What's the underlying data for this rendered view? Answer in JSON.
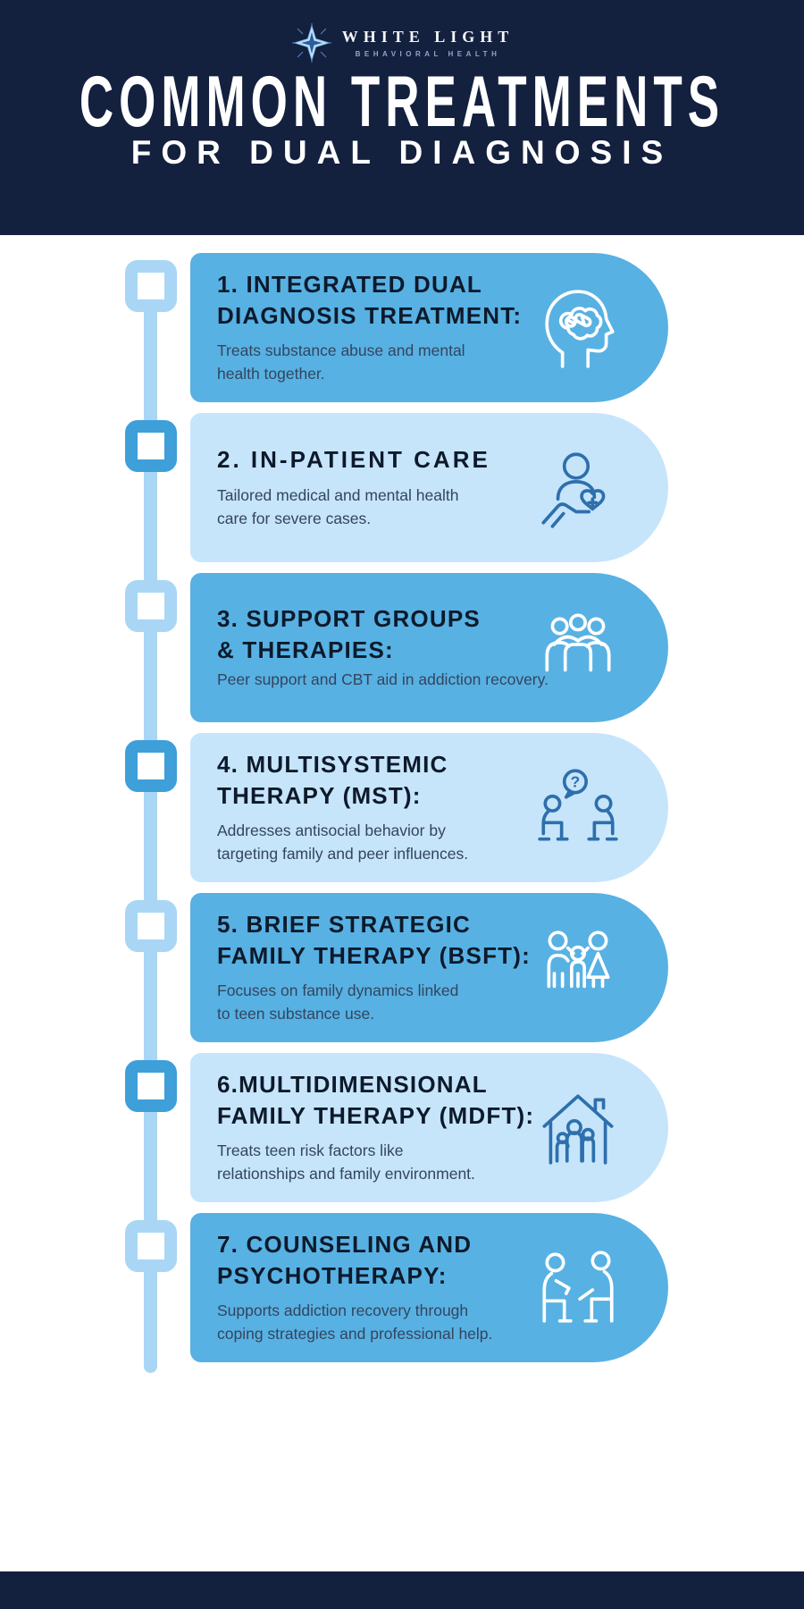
{
  "colors": {
    "navy": "#13203E",
    "card_blue": "#58B1E3",
    "card_light_blue": "#C6E5FA",
    "marker_blue": "#3E9FD9",
    "marker_light_blue": "#A9D6F5",
    "icon_stroke_on_light": "#2E6FAD",
    "icon_stroke_on_blue": "#FFFFFF",
    "heading_text": "#0D1A2B",
    "body_text": "#33455E"
  },
  "logo": {
    "icon": "starburst-icon",
    "name": "WHITE LIGHT",
    "tagline": "BEHAVIORAL HEALTH"
  },
  "header": {
    "title": "COMMON TREATMENTS",
    "subtitle": "FOR DUAL DIAGNOSIS"
  },
  "cards": [
    {
      "variant": "blue",
      "icon": "head-brain-pills-icon",
      "heading_lines": [
        "1. INTEGRATED DUAL",
        "DIAGNOSIS TREATMENT:"
      ],
      "body_lines": [
        "Treats substance abuse and mental",
        "health together."
      ]
    },
    {
      "variant": "light",
      "icon": "patient-care-icon",
      "heading_lines": [
        "2. IN-PATIENT CARE"
      ],
      "body_lines": [
        "Tailored medical and mental health",
        "care for severe cases."
      ]
    },
    {
      "variant": "blue",
      "icon": "support-group-icon",
      "heading_lines": [
        "3. SUPPORT GROUPS",
        "& THERAPIES:"
      ],
      "body_lines": [
        "Peer support and CBT aid in addiction recovery."
      ]
    },
    {
      "variant": "light",
      "icon": "therapy-session-icon",
      "heading_lines": [
        "4. MULTISYSTEMIC",
        "THERAPY (MST):"
      ],
      "body_lines": [
        "Addresses antisocial behavior by",
        "targeting family and peer influences."
      ]
    },
    {
      "variant": "blue",
      "icon": "family-icon",
      "heading_lines": [
        "5. BRIEF STRATEGIC",
        "FAMILY THERAPY (BSFT):"
      ],
      "body_lines": [
        "Focuses on family dynamics linked",
        "to teen substance use."
      ]
    },
    {
      "variant": "light",
      "icon": "house-family-icon",
      "heading_lines": [
        "6.MULTIDIMENSIONAL",
        "FAMILY THERAPY (MDFT):"
      ],
      "body_lines": [
        "Treats teen risk factors like",
        "relationships and family environment."
      ]
    },
    {
      "variant": "blue",
      "icon": "counseling-icon",
      "heading_lines": [
        "7. COUNSELING AND",
        "PSYCHOTHERAPY:"
      ],
      "body_lines": [
        "Supports addiction recovery through",
        "coping strategies and professional help."
      ]
    }
  ]
}
